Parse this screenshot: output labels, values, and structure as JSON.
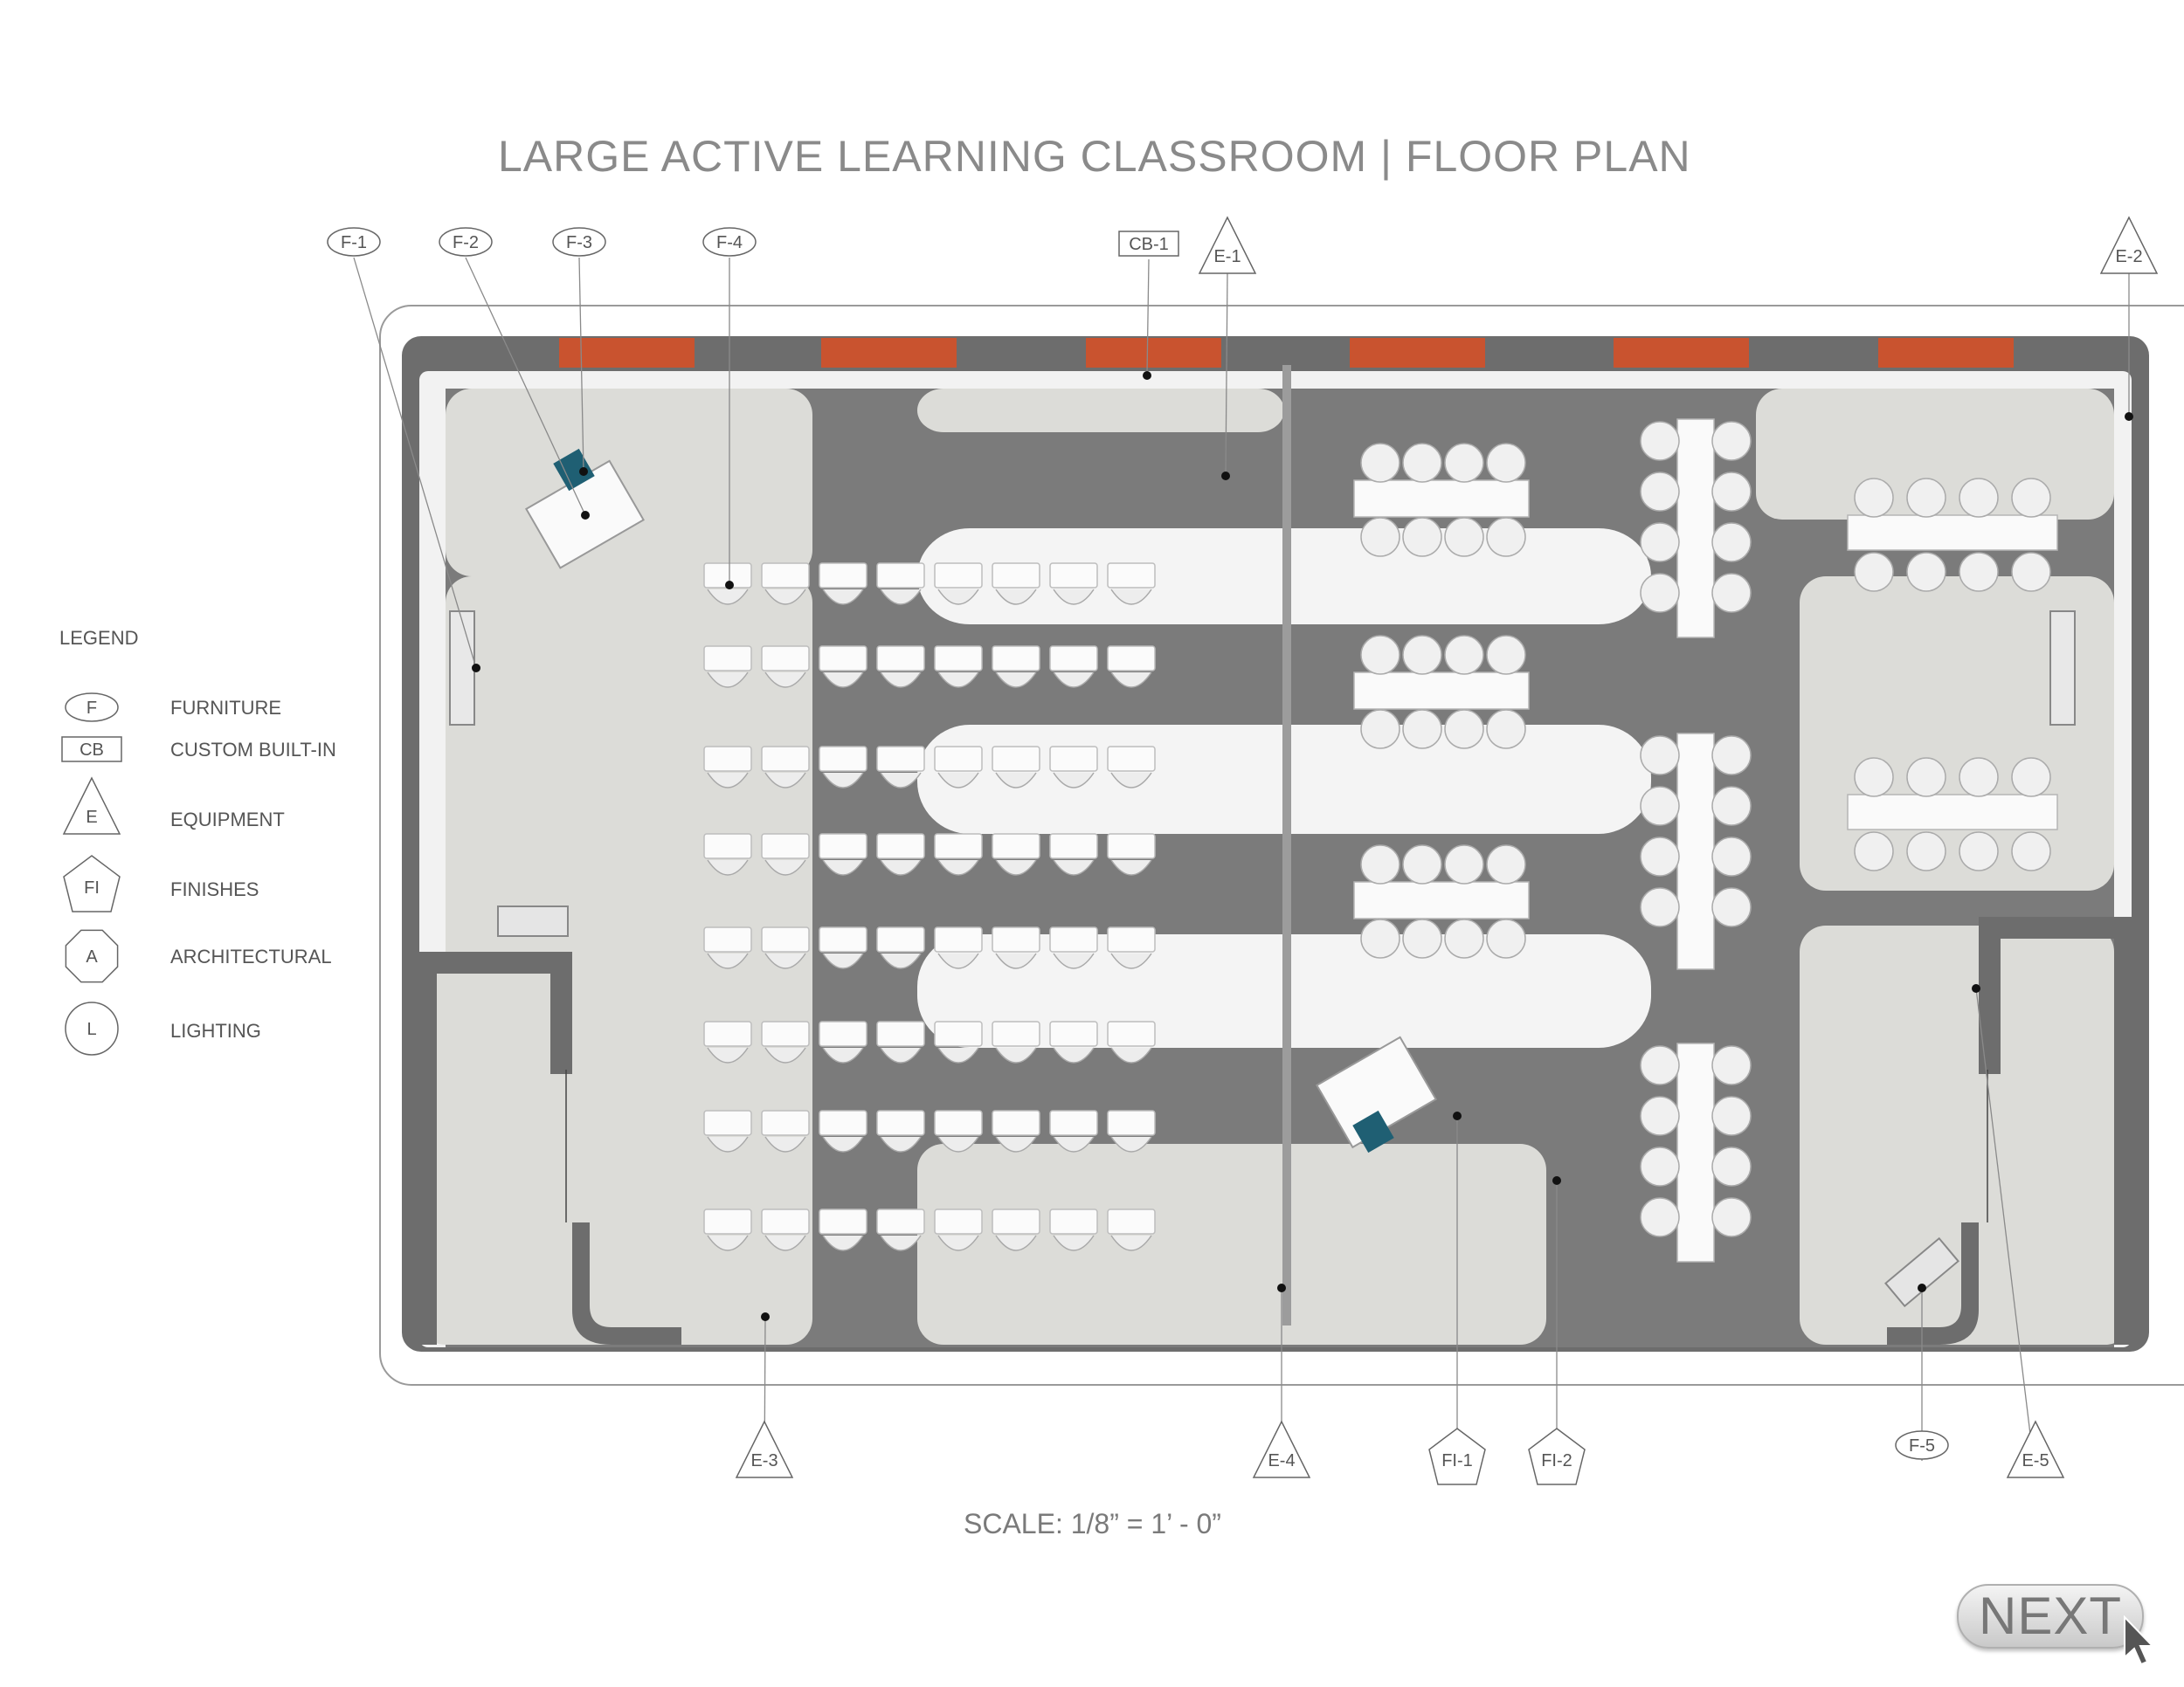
{
  "title": "LARGE ACTIVE LEARNING CLASSROOM  |  FLOOR PLAN",
  "scale_text": "SCALE:  1/8” = 1’ - 0”",
  "next_label": "NEXT",
  "legend": {
    "title": "LEGEND",
    "items": [
      {
        "symbol": "F",
        "shape": "ellipse",
        "label": "FURNITURE"
      },
      {
        "symbol": "CB",
        "shape": "rectangle",
        "label": "CUSTOM BUILT-IN"
      },
      {
        "symbol": "E",
        "shape": "triangle",
        "label": "EQUIPMENT"
      },
      {
        "symbol": "FI",
        "shape": "pentagon",
        "label": "FINISHES"
      },
      {
        "symbol": "A",
        "shape": "octagon",
        "label": "ARCHITECTURAL"
      },
      {
        "symbol": "L",
        "shape": "circle",
        "label": "LIGHTING"
      }
    ]
  },
  "tags_top": [
    {
      "label": "F-1",
      "shape": "ellipse"
    },
    {
      "label": "F-2",
      "shape": "ellipse"
    },
    {
      "label": "F-3",
      "shape": "ellipse"
    },
    {
      "label": "F-4",
      "shape": "ellipse"
    },
    {
      "label": "CB-1",
      "shape": "rectangle"
    },
    {
      "label": "E-1",
      "shape": "triangle"
    },
    {
      "label": "E-2",
      "shape": "triangle"
    }
  ],
  "tags_bottom": [
    {
      "label": "E-3",
      "shape": "triangle"
    },
    {
      "label": "E-4",
      "shape": "triangle"
    },
    {
      "label": "FI-1",
      "shape": "pentagon"
    },
    {
      "label": "FI-2",
      "shape": "pentagon"
    },
    {
      "label": "F-5",
      "shape": "ellipse"
    },
    {
      "label": "E-5",
      "shape": "triangle"
    }
  ],
  "colors": {
    "wall": "#6d6d6d",
    "carpet_dark": "#7b7b7b",
    "carpet_light": "#dcdcd8",
    "floor_white": "#f2f2f2",
    "window_accent": "#c9532f",
    "podium_teal": "#1f5f73",
    "text_gray": "#8a8a8a"
  }
}
